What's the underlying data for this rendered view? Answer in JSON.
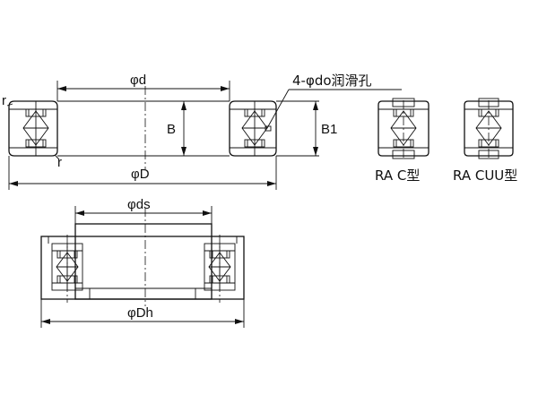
{
  "labels": {
    "d": "φd",
    "D": "φD",
    "B": "B",
    "B1": "B1",
    "r_top": "r",
    "r_bottom": "r",
    "oil_hole": "4-φdo润滑孔",
    "type_c": "RA C型",
    "type_cuu": "RA CUU型",
    "ds": "φds",
    "Dh": "φDh"
  }
}
